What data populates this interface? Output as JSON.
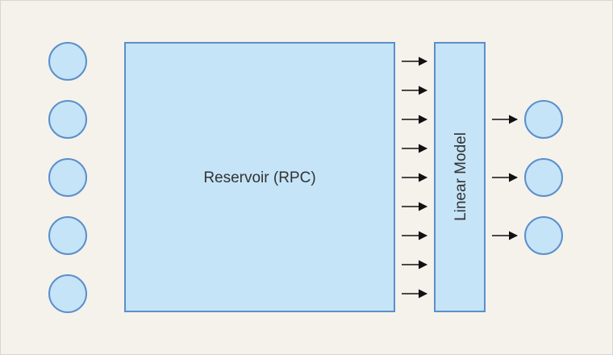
{
  "diagram": {
    "reservoir_label": "Reservoir (RPC)",
    "linear_model_label": "Linear Model",
    "input_node_count": 5,
    "reservoir_output_count": 9,
    "output_node_count": 3
  },
  "colors": {
    "background": "#f5f2ec",
    "box_fill": "#c5e4f8",
    "box_stroke": "#5b8fca",
    "node_fill": "#c5e4f8",
    "node_stroke": "#5b8fca",
    "arrow": "#111111",
    "text": "#333333"
  }
}
